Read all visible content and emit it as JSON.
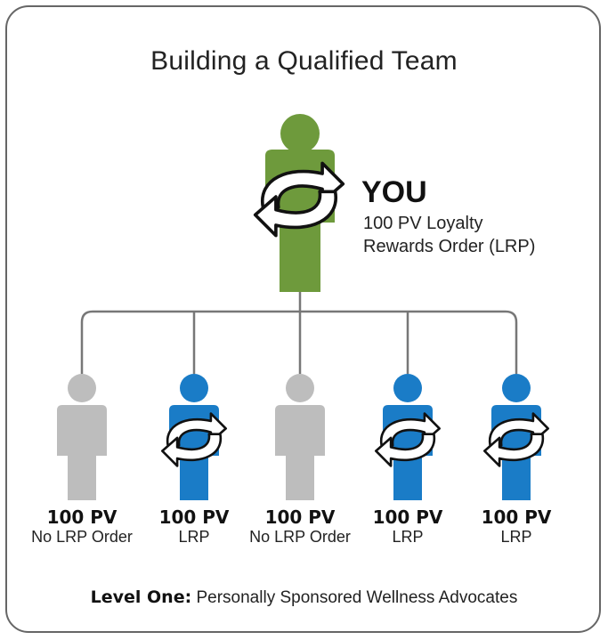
{
  "title": "Building a Qualified Team",
  "you": {
    "label": "YOU",
    "description": "100 PV Loyalty Rewards Order (LRP)",
    "color": "#6e9a3c"
  },
  "members": [
    {
      "pv": "100 PV",
      "status": "No LRP Order",
      "lrp": false
    },
    {
      "pv": "100 PV",
      "status": "LRP",
      "lrp": true
    },
    {
      "pv": "100 PV",
      "status": "No LRP Order",
      "lrp": false
    },
    {
      "pv": "100 PV",
      "status": "LRP",
      "lrp": true
    },
    {
      "pv": "100 PV",
      "status": "LRP",
      "lrp": true
    }
  ],
  "footer": {
    "level_label": "Level One:",
    "level_text": "Personally Sponsored Wellness Advocates"
  },
  "colors": {
    "lrp_member": "#1a7cc7",
    "non_lrp_member": "#bdbdbd",
    "connector": "#777777"
  },
  "icons": [
    "person-icon",
    "cycle-arrows-icon"
  ]
}
